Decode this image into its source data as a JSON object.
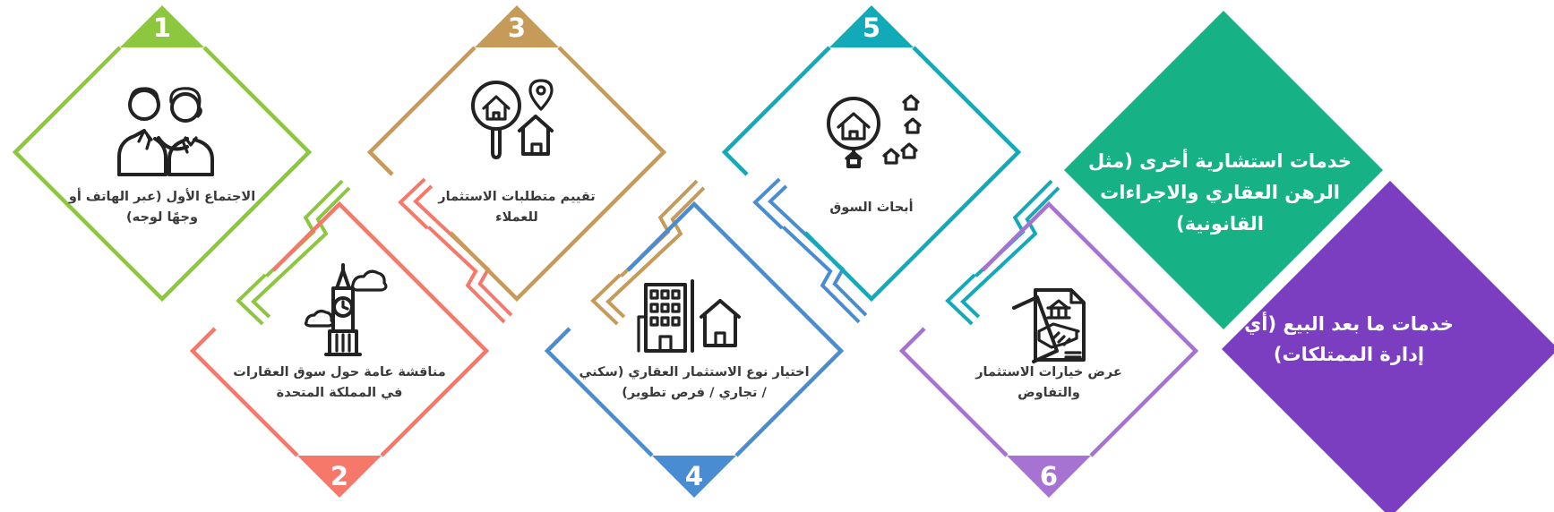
{
  "palette": {
    "background": "#ffffff",
    "icon_stroke": "#222222",
    "caption_text": "#3a3a3a",
    "number_text": "#ffffff"
  },
  "steps": [
    {
      "number": "1",
      "color": "#8dc63f",
      "icon": "meeting-icon",
      "label_lines": [
        "الاجتماع الأول (عبر الهاتف أو",
        "وجهًا لوجه)"
      ]
    },
    {
      "number": "2",
      "color": "#f5786a",
      "icon": "big-ben-icon",
      "label_lines": [
        "مناقشة عامة حول سوق العقارات",
        "في المملكة المتحدة"
      ]
    },
    {
      "number": "3",
      "color": "#c69a58",
      "icon": "property-search-icon",
      "label_lines": [
        "تقييم متطلبات الاستثمار",
        "للعملاء"
      ]
    },
    {
      "number": "4",
      "color": "#4a8cd2",
      "icon": "property-type-icon",
      "label_lines": [
        "اختيار نوع الاستثمار العقاري (سكني",
        "/ تجاري / فرص تطوير)"
      ]
    },
    {
      "number": "5",
      "color": "#12a9b8",
      "icon": "market-research-icon",
      "label_lines": [
        "أبحاث السوق"
      ]
    },
    {
      "number": "6",
      "color": "#a673d2",
      "icon": "negotiation-icon",
      "label_lines": [
        "عرض خيارات الاستثمار",
        "والتفاوض"
      ]
    }
  ],
  "side_services": [
    {
      "color": "#16b286",
      "label_lines": [
        "خدمات استشارية أخرى (مثل",
        "الرهن العقاري والاجراءات",
        "القانونية)"
      ]
    },
    {
      "color": "#7b3ec1",
      "label_lines": [
        "خدمات ما بعد البيع (أي",
        "إدارة الممتلكات)"
      ]
    }
  ]
}
